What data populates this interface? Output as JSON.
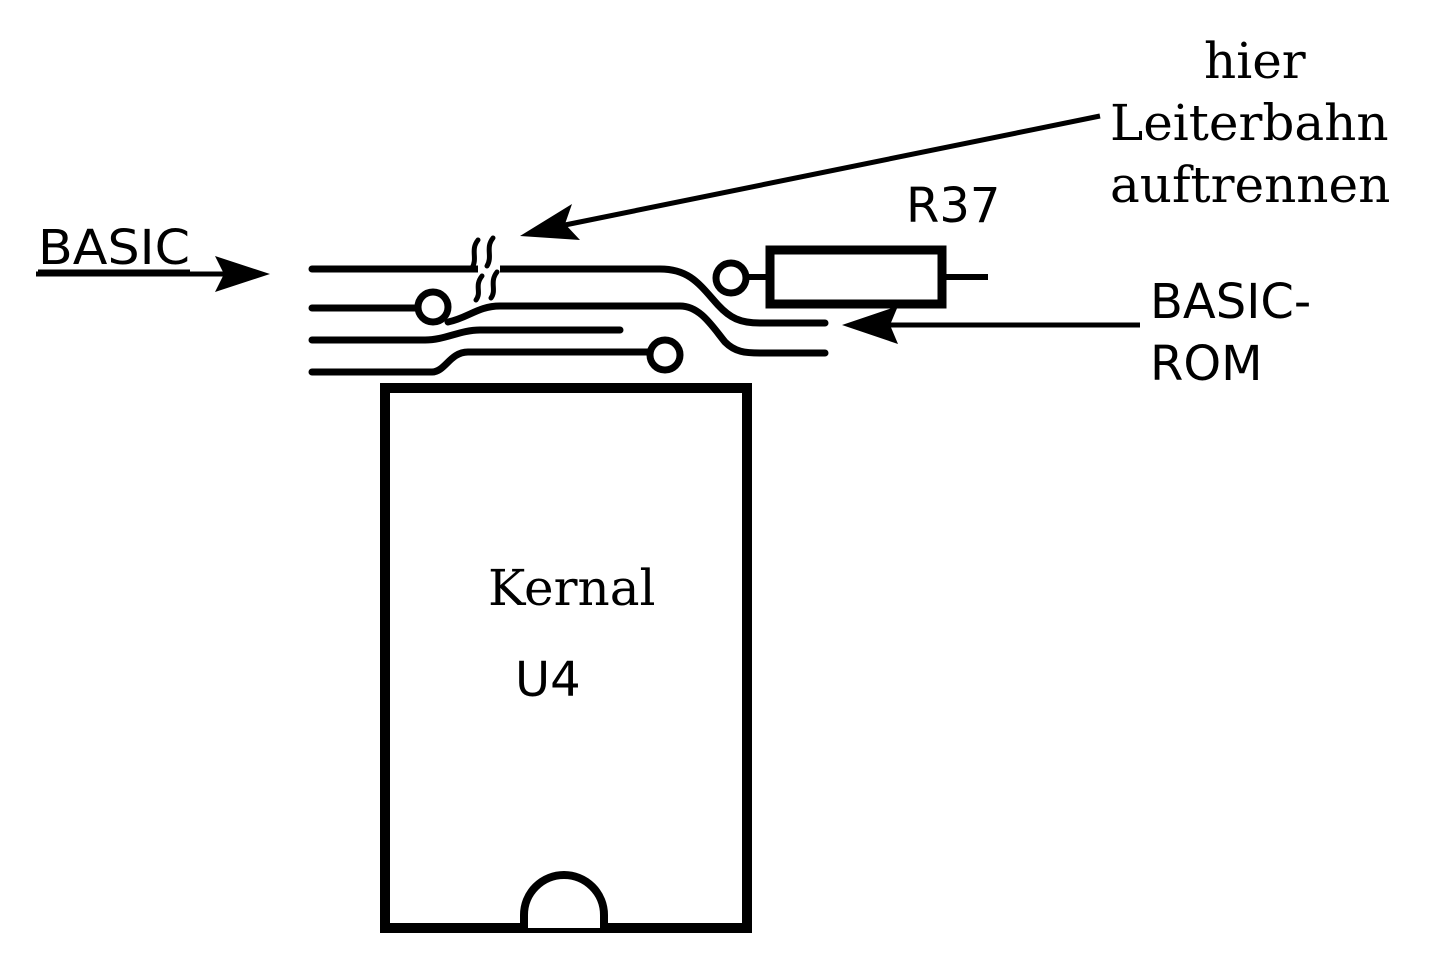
{
  "labels": {
    "basic": "BASIC",
    "cut_line1": "hier",
    "cut_line2": "Leiterbahn",
    "cut_line3": "auftrennen",
    "resistor": "R37",
    "basic_rom_line1": "BASIC-",
    "basic_rom_line2": "ROM",
    "chip_name": "Kernal",
    "chip_ref": "U4"
  },
  "colors": {
    "ink": "#000000",
    "paper": "#ffffff"
  }
}
